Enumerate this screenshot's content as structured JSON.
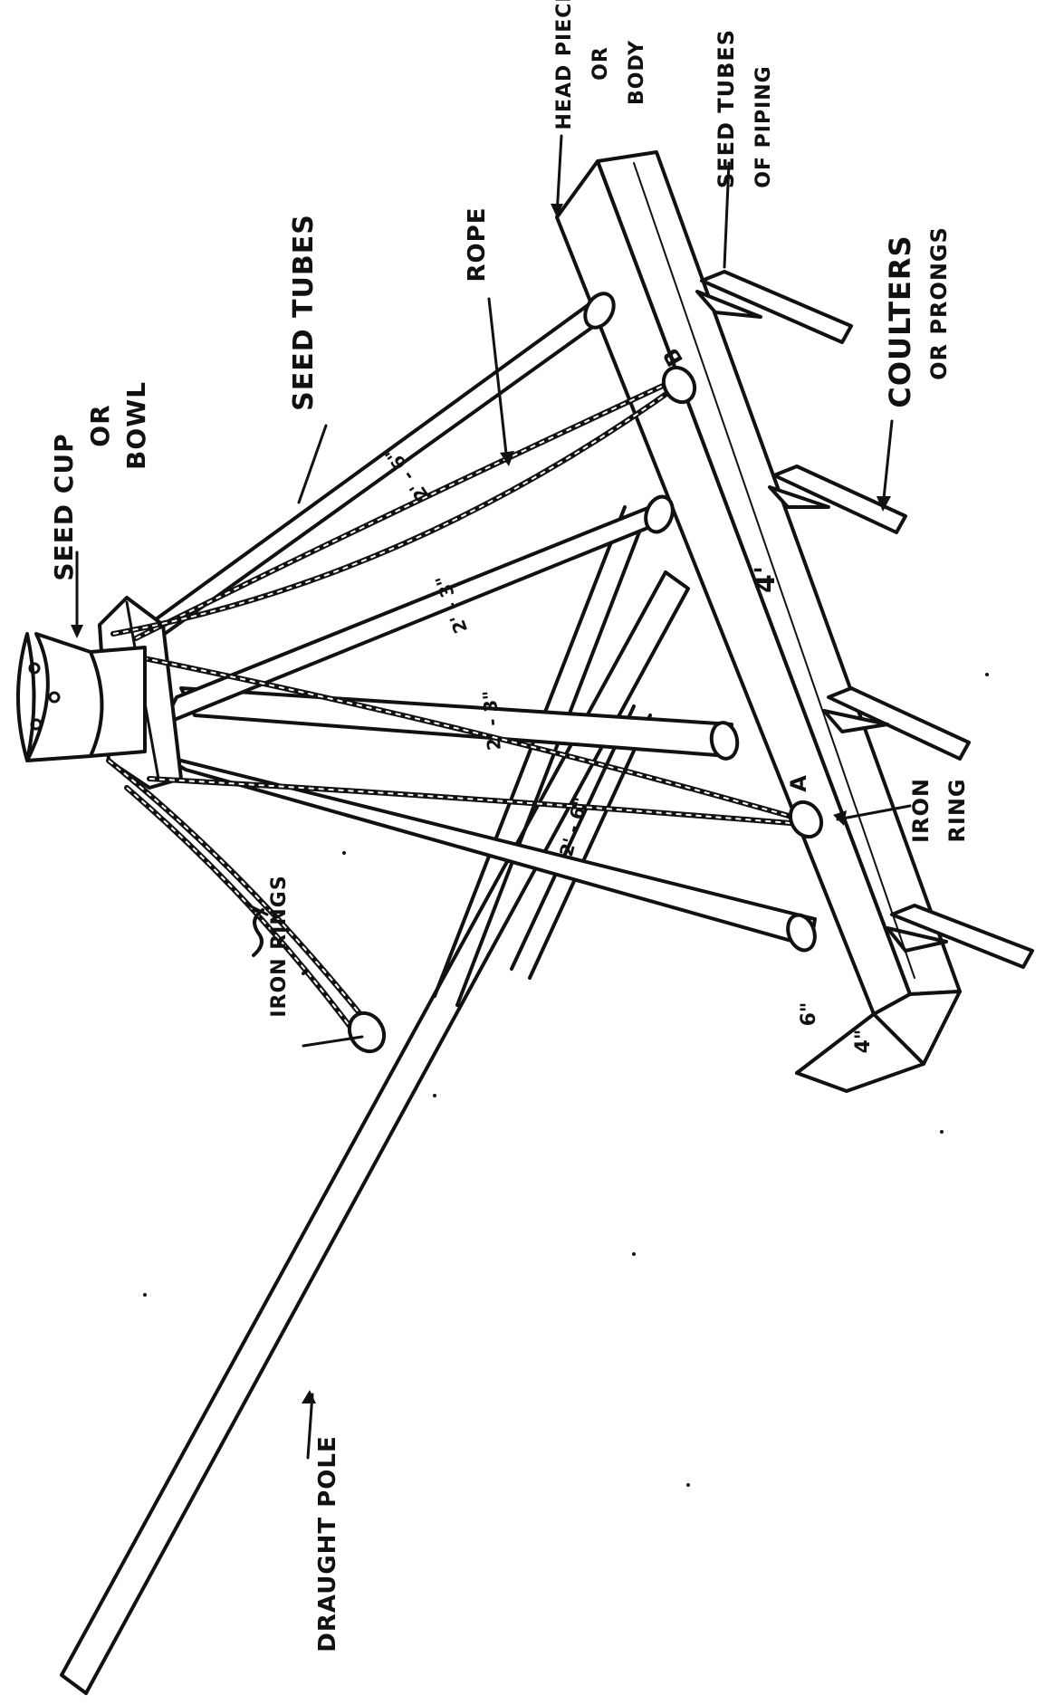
{
  "figure": {
    "labels": {
      "seed_cup_line1": "SEED CUP",
      "seed_cup_line2": "OR",
      "seed_cup_line3": "BOWL",
      "seed_tubes": "SEED TUBES",
      "rope": "ROPE",
      "head_piece_line1": "HEAD PIECE",
      "head_piece_line2": "OR",
      "head_piece_line3": "BODY",
      "seed_tubes_piping_line1": "SEED TUBES",
      "seed_tubes_piping_line2": "OF PIPING",
      "coulters_line1": "COULTERS",
      "coulters_line2": "OR PRONGS",
      "iron_ring_line1": "IRON",
      "iron_ring_line2": "RING",
      "iron_rings": "IRON RINGS",
      "draught_pole": "DRAUGHT POLE"
    },
    "points": {
      "a": "A",
      "b": "B"
    },
    "dimensions": {
      "tube_outer_1": "2' - 6\"",
      "tube_inner_1": "2' - 3\"",
      "tube_inner_2": "2' - 3\"",
      "tube_outer_2": "2' - 6\"",
      "body_length": "4'",
      "body_width": "6\"",
      "body_depth": "4\""
    }
  }
}
